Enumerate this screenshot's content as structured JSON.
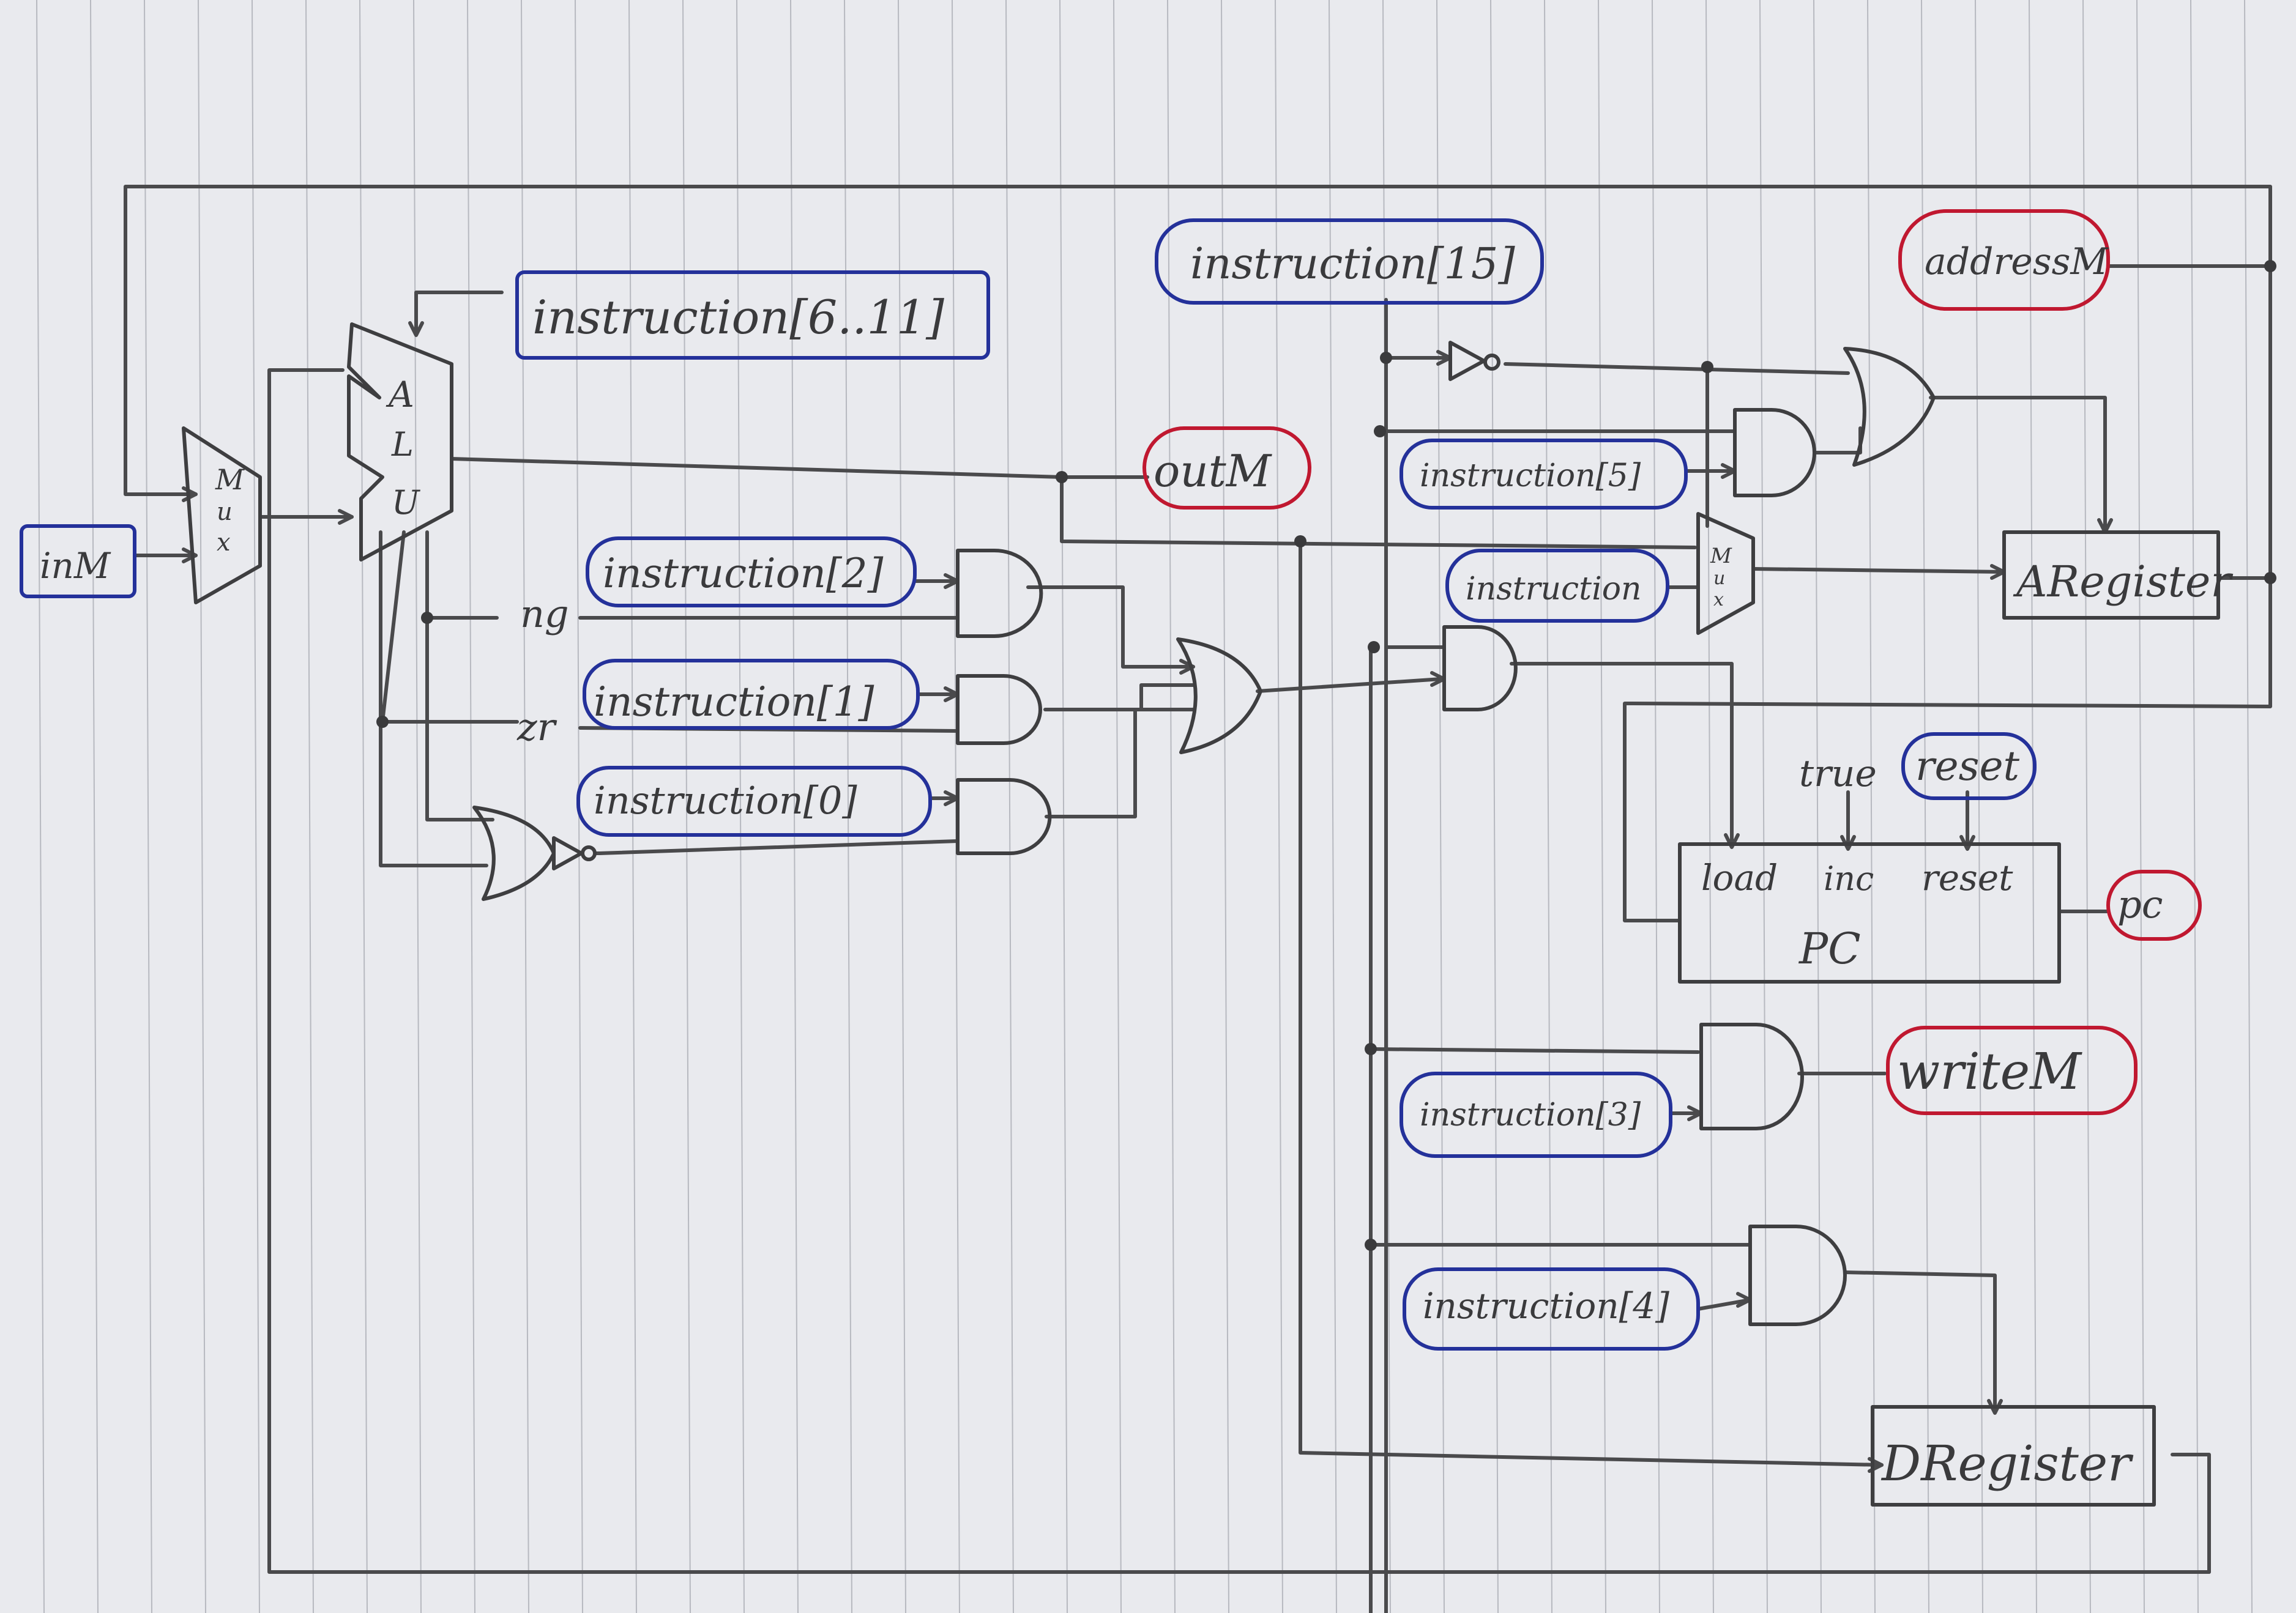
{
  "labels": {
    "inM": "inM",
    "mux_left": "Mux",
    "alu": "ALU",
    "instr_6_11": "instruction[6..11]",
    "instr_15": "instruction[15]",
    "addressM": "addressM",
    "outM": "outM",
    "instr_5": "instruction[5]",
    "instruction": "instruction",
    "mux_a": "Mux",
    "aregister": "ARegister",
    "instr_2": "instruction[2]",
    "instr_1": "instruction[1]",
    "instr_0": "instruction[0]",
    "ng": "ng",
    "zr": "zr",
    "true": "true",
    "reset_in": "reset",
    "pc_load": "load",
    "pc_inc": "inc",
    "pc_reset": "reset",
    "pc_name": "PC",
    "pc_out": "pc",
    "instr_3": "instruction[3]",
    "writeM": "writeM",
    "instr_4": "instruction[4]",
    "dregister": "DRegister"
  },
  "colors": {
    "paper": "#e9eaee",
    "rule_lines": "#b7b9c0",
    "ink": "#3e3e40",
    "input_box": "#24319a",
    "output_box": "#c01830"
  }
}
